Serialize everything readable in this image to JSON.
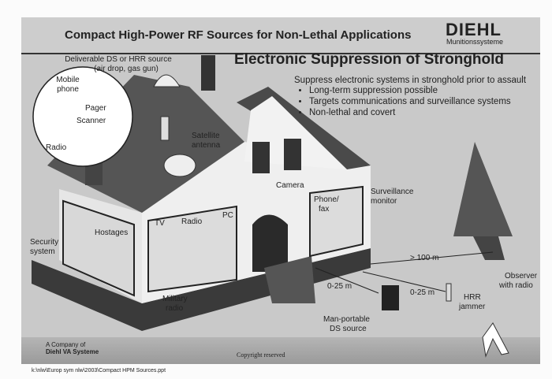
{
  "header": {
    "title": "Compact High-Power RF Sources for Non-Lethal Applications",
    "logo": "DIEHL",
    "logo_sub": "Munitionssysteme"
  },
  "slide": {
    "subtitle": "Electronic Suppression of Stronghold",
    "intro": "Suppress electronic systems in stronghold prior to assault",
    "bullets": [
      "Long-term suppression possible",
      "Targets communications and surveillance systems",
      "Non-lethal and covert"
    ]
  },
  "labels": {
    "deliverable": "Deliverable DS or HRR source",
    "deliverable2": "(air drop, gas gun)",
    "mobile": "Mobile",
    "phone": "phone",
    "pager": "Pager",
    "scanner": "Scanner",
    "radio": "Radio",
    "sat1": "Satellite",
    "sat2": "antenna",
    "camera": "Camera",
    "surv1": "Surveillance",
    "surv2": "monitor",
    "phonefax1": "Phone/",
    "phonefax2": "fax",
    "tv": "TV",
    "radio2": "Radio",
    "pc": "PC",
    "hostages": "Hostages",
    "sec1": "Security",
    "sec2": "system",
    "mil1": "Military",
    "mil2": "radio",
    "dist100": "> 100 m",
    "d1": "0-25 m",
    "d2": "0-25 m",
    "hrr1": "HRR",
    "hrr2": "jammer",
    "obs1": "Observer",
    "obs2": "with radio",
    "ds1": "Man-portable",
    "ds2": "DS source"
  },
  "footer": {
    "company1": "A Company of",
    "company2": "Diehl VA Systeme",
    "copyright": "Copyright reserved",
    "path": "k:\\nlw\\Europ  sym  nlw\\2003\\Compact HPM Sources.ppt"
  }
}
